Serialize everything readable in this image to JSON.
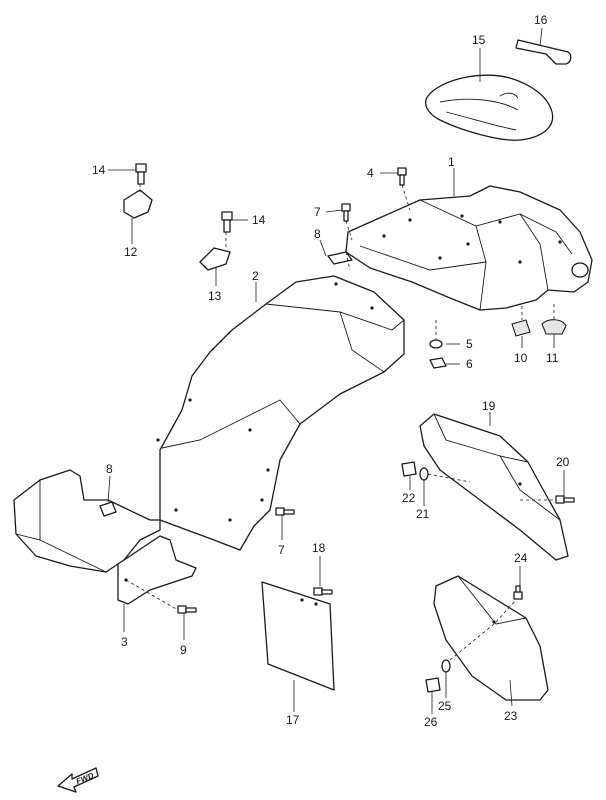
{
  "callouts": {
    "p1": "1",
    "p2": "2",
    "p3": "3",
    "p4": "4",
    "p5": "5",
    "p6": "6",
    "p7a": "7",
    "p7b": "7",
    "p8a": "8",
    "p8b": "8",
    "p9": "9",
    "p10": "10",
    "p11": "11",
    "p12": "12",
    "p13": "13",
    "p14a": "14",
    "p14b": "14",
    "p15": "15",
    "p16": "16",
    "p17": "17",
    "p18": "18",
    "p19": "19",
    "p20": "20",
    "p21": "21",
    "p22": "22",
    "p23": "23",
    "p24": "24",
    "p25": "25",
    "p26": "26"
  },
  "forward_marker": "FWD",
  "icons": {
    "forward": "arrow-forward-icon"
  }
}
